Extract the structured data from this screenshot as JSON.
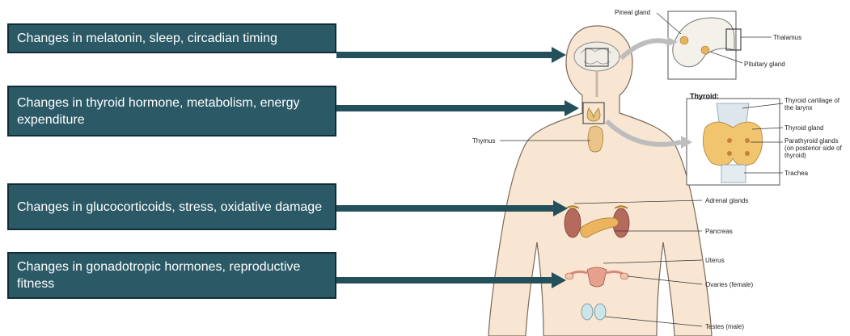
{
  "boxes": [
    {
      "text": "Changes in melatonin, sleep, circadian timing"
    },
    {
      "text": "Changes in thyroid hormone, metabolism, energy expenditure"
    },
    {
      "text": "Changes in glucocorticoids, stress, oxidative damage"
    },
    {
      "text": "Changes in gonadotropic hormones, reproductive fitness"
    }
  ],
  "labels": {
    "pineal": "Pineal gland",
    "thalamus": "Thalamus",
    "pituitary": "Pituitary gland",
    "thyroid_title": "Thyroid:",
    "thyroid_cartilage": "Thyroid cartilage of the larynx",
    "thyroid_gland": "Thyroid gland",
    "parathyroid": "Parathyroid glands (on posterior side of thyroid)",
    "trachea": "Trachea",
    "thymus": "Thymus",
    "adrenal": "Adrenal glands",
    "pancreas": "Pancreas",
    "uterus": "Uterus",
    "ovaries": "Ovaries (female)",
    "testes": "Testes (male)"
  },
  "colors": {
    "box_fill": "#2b5a66",
    "arrow": "#24505c",
    "skin": "#f8e6d2"
  }
}
